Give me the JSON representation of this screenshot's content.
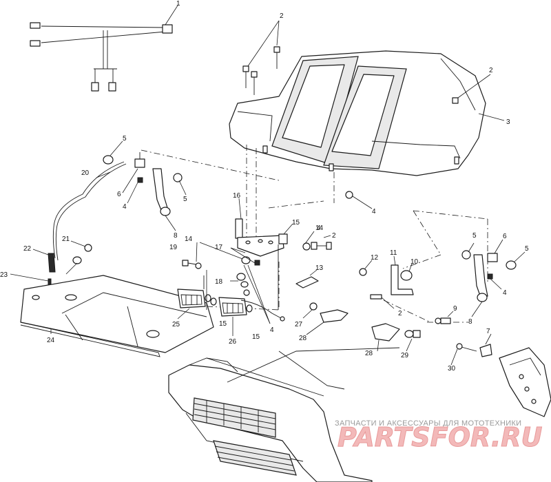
{
  "callouts": [
    {
      "id": "c1",
      "text": "1"
    },
    {
      "id": "c2a",
      "text": "2"
    },
    {
      "id": "c2b",
      "text": "2"
    },
    {
      "id": "c2c",
      "text": "2"
    },
    {
      "id": "c2d",
      "text": "2"
    },
    {
      "id": "c3",
      "text": "3"
    },
    {
      "id": "c4a",
      "text": "4"
    },
    {
      "id": "c4b",
      "text": "4"
    },
    {
      "id": "c4c",
      "text": "4"
    },
    {
      "id": "c4d",
      "text": "4"
    },
    {
      "id": "c4e",
      "text": "4"
    },
    {
      "id": "c5a",
      "text": "5"
    },
    {
      "id": "c5b",
      "text": "5"
    },
    {
      "id": "c5c",
      "text": "5"
    },
    {
      "id": "c5d",
      "text": "5"
    },
    {
      "id": "c6a",
      "text": "6"
    },
    {
      "id": "c6b",
      "text": "6"
    },
    {
      "id": "c7",
      "text": "7"
    },
    {
      "id": "c8a",
      "text": "8"
    },
    {
      "id": "c8b",
      "text": "8"
    },
    {
      "id": "c9",
      "text": "9"
    },
    {
      "id": "c10",
      "text": "10"
    },
    {
      "id": "c11",
      "text": "11"
    },
    {
      "id": "c12",
      "text": "12"
    },
    {
      "id": "c13",
      "text": "13"
    },
    {
      "id": "c14a",
      "text": "14"
    },
    {
      "id": "c14b",
      "text": "14"
    },
    {
      "id": "c15a",
      "text": "15"
    },
    {
      "id": "c15b",
      "text": "15"
    },
    {
      "id": "c15c",
      "text": "15"
    },
    {
      "id": "c16",
      "text": "16"
    },
    {
      "id": "c17",
      "text": "17"
    },
    {
      "id": "c18",
      "text": "18"
    },
    {
      "id": "c19",
      "text": "19"
    },
    {
      "id": "c20",
      "text": "20"
    },
    {
      "id": "c21",
      "text": "21"
    },
    {
      "id": "c22",
      "text": "22"
    },
    {
      "id": "c23",
      "text": "23"
    },
    {
      "id": "c24",
      "text": "24"
    },
    {
      "id": "c25",
      "text": "25"
    },
    {
      "id": "c26",
      "text": "26"
    },
    {
      "id": "c27",
      "text": "27"
    },
    {
      "id": "c28a",
      "text": "28"
    },
    {
      "id": "c28b",
      "text": "28"
    },
    {
      "id": "c29",
      "text": "29"
    },
    {
      "id": "c30",
      "text": "30"
    }
  ],
  "watermark": {
    "caption": "ЗАПЧАСТИ И АКСЕССУАРЫ ДЛЯ МОТОТЕХНИКИ",
    "logo": "PARTSFOR.RU"
  }
}
